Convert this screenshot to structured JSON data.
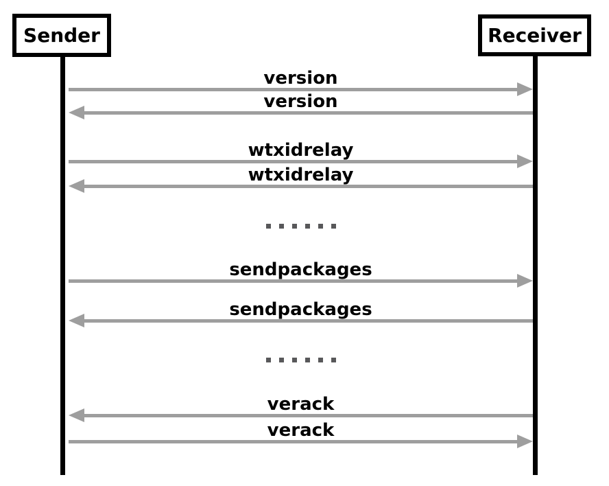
{
  "diagram": {
    "kind": "sequence-diagram",
    "actors": [
      {
        "id": "sender",
        "name": "Sender"
      },
      {
        "id": "receiver",
        "name": "Receiver"
      }
    ],
    "messages": [
      {
        "type": "arrow",
        "label": "version",
        "from": "Sender",
        "to": "Receiver",
        "direction": "sender-to-receiver"
      },
      {
        "type": "arrow",
        "label": "version",
        "from": "Receiver",
        "to": "Sender",
        "direction": "receiver-to-sender"
      },
      {
        "type": "arrow",
        "label": "wtxidrelay",
        "from": "Sender",
        "to": "Receiver",
        "direction": "sender-to-receiver"
      },
      {
        "type": "arrow",
        "label": "wtxidrelay",
        "from": "Receiver",
        "to": "Sender",
        "direction": "receiver-to-sender"
      },
      {
        "type": "ellipsis"
      },
      {
        "type": "arrow",
        "label": "sendpackages",
        "from": "Sender",
        "to": "Receiver",
        "direction": "sender-to-receiver"
      },
      {
        "type": "arrow",
        "label": "sendpackages",
        "from": "Receiver",
        "to": "Sender",
        "direction": "receiver-to-sender"
      },
      {
        "type": "ellipsis"
      },
      {
        "type": "arrow",
        "label": "verack",
        "from": "Receiver",
        "to": "Sender",
        "direction": "receiver-to-sender"
      },
      {
        "type": "arrow",
        "label": "verack",
        "from": "Sender",
        "to": "Receiver",
        "direction": "sender-to-receiver"
      }
    ],
    "ellipsis_dot_count": 6,
    "colors": {
      "background": "#ffffff",
      "ink": "#000000",
      "arrow": "#9e9e9e",
      "dots": "#58585a"
    }
  }
}
